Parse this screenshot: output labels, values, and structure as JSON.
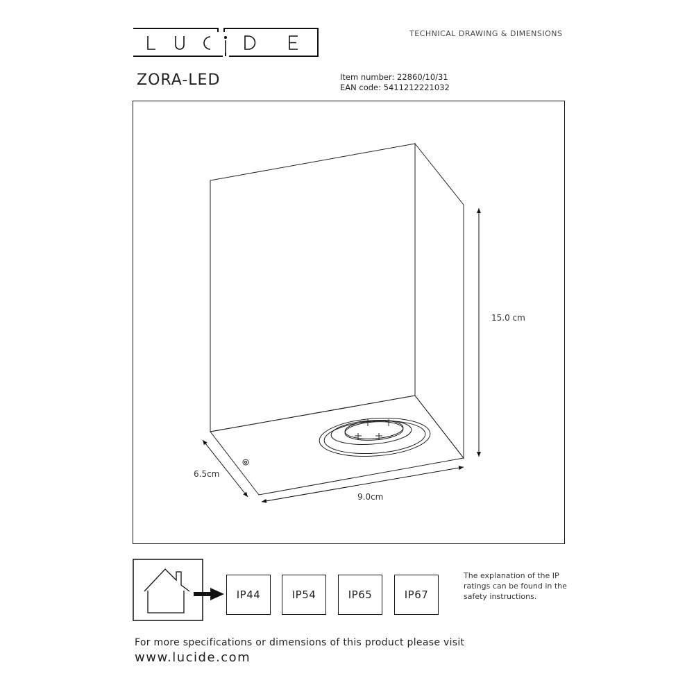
{
  "brand": {
    "logo_text": "LUCiDE"
  },
  "header": {
    "label": "TECHNICAL DRAWING & DIMENSIONS"
  },
  "product": {
    "name": "ZORA-LED",
    "item_number_label": "Item number:",
    "item_number": "22860/10/31",
    "ean_label": "EAN code:",
    "ean": "5411212221032"
  },
  "dimensions": {
    "height": "15.0 cm",
    "depth": "6.5cm",
    "width": "9.0cm"
  },
  "ip_ratings": [
    "IP44",
    "IP54",
    "IP65",
    "IP67"
  ],
  "ip_note": "The explanation of the IP ratings can be found in the safety instructions.",
  "footer": {
    "text": "For more specifications or dimensions of this product please visit",
    "url": "www.lucide.com"
  }
}
